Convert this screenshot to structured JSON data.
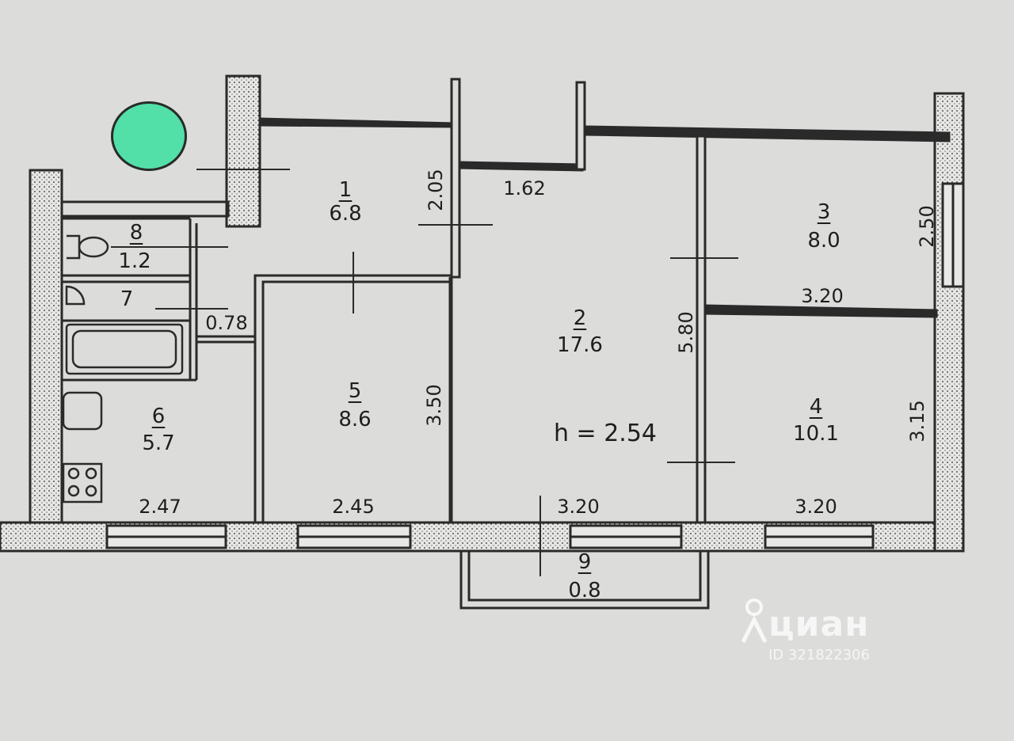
{
  "floor_plan": {
    "ceiling_height": "h = 2.54",
    "rooms": [
      {
        "id": "1",
        "number": "1",
        "area": "6.8"
      },
      {
        "id": "2",
        "number": "2",
        "area": "17.6"
      },
      {
        "id": "3",
        "number": "3",
        "area": "8.0"
      },
      {
        "id": "4",
        "number": "4",
        "area": "10.1"
      },
      {
        "id": "5",
        "number": "5",
        "area": "8.6"
      },
      {
        "id": "6",
        "number": "6",
        "area": "5.7"
      },
      {
        "id": "7",
        "number": "7",
        "area": ""
      },
      {
        "id": "8",
        "number": "8",
        "area": "1.2"
      },
      {
        "id": "9",
        "number": "9",
        "area": "0.8"
      }
    ],
    "dimensions": {
      "d_2_05": "2.05",
      "d_1_62": "1.62",
      "d_0_78": "0.78",
      "d_3_50": "3.50",
      "d_5_80": "5.80",
      "d_2_50": "2.50",
      "d_3_20_room3": "3.20",
      "d_3_15": "3.15",
      "d_2_47": "2.47",
      "d_2_45": "2.45",
      "d_3_20_room2": "3.20",
      "d_3_20_room4": "3.20"
    }
  },
  "watermark": {
    "brand": "циан",
    "id_text": "ID 321822306"
  },
  "colors": {
    "paper": "#dcdcda",
    "ink": "#2a2a2a",
    "blob": "#52e0a8",
    "watermark": "#ffffff"
  }
}
